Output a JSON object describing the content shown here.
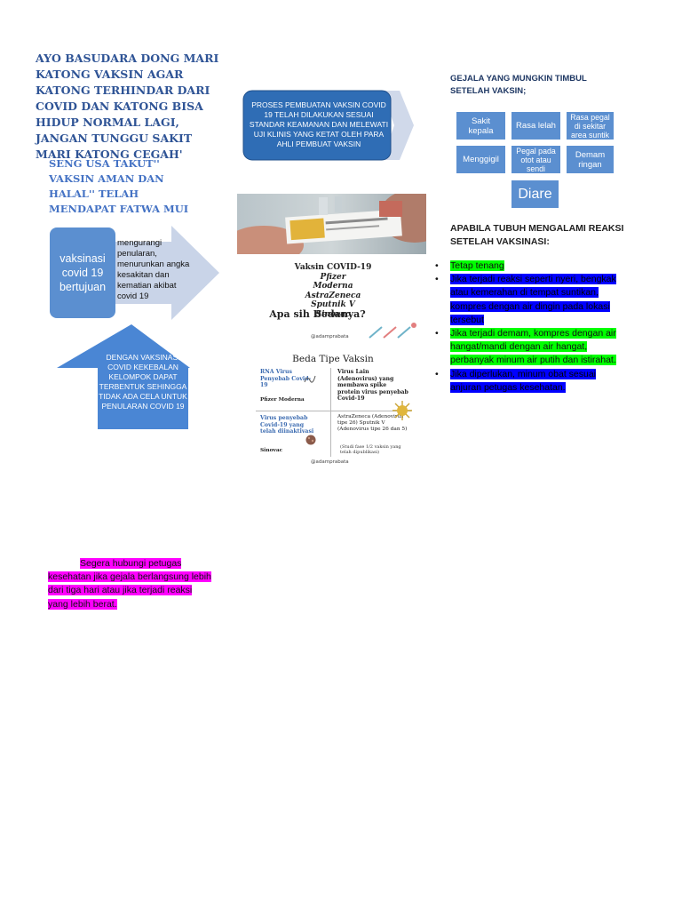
{
  "headline": "AYO BASUDARA DONG MARI KATONG VAKSIN AGAR KATONG TERHINDAR DARI COVID DAN KATONG BISA HIDUP NORMAL LAGI, JANGAN TUNGGU SAKIT MARI KATONG CEGAH'",
  "subheadline": "SENG USA TAKUT'' VAKSIN AMAN DAN HALAL'' TELAH MENDAPAT FATWA MUI",
  "purpose": {
    "label": "vaksinasi covid 19 bertujuan",
    "description": "mengurangi penularan, menurunkan angka kesakitan dan kematian akibat covid 19"
  },
  "herd_immunity": "DENGAN VAKSINASI COVID KEKEBALAN KELOMPOK DAPAT TERBENTUK SEHINGGA TIDAK ADA CELA UNTUK PENULARAN COVID 19",
  "process": "PROSES PEMBUATAN VAKSIN COVID 19 TELAH DILAKUKAN SESUAI STANDAR KEAMANAN DAN MELEWATI UJI KLINIS YANG KETAT OLEH PARA AHLI PEMBUAT VAKSIN",
  "vaccine_infographic": {
    "list_title": "Vaksin COVID-19",
    "vaccines": [
      "Pfizer",
      "Moderna",
      "AstraZeneca",
      "Sputnik V",
      "Sinovac"
    ],
    "question": "Apa sih Bedanya?",
    "handle": "@adamprabata",
    "types_title": "Beda Tipe Vaksin",
    "rna_head": "RNA Virus Penyebab Covid-19",
    "rna_sub": "Pfizer Moderna",
    "inactivated_head": "Virus penyebab Covid-19 yang telah diinaktivasi",
    "inactivated_sub": "Sinovac",
    "other_head": "Virus Lain (Adenovirus) yang membawa spike protein virus penyebab Covid-19",
    "other_sub": "AstraZeneca (Adenovirus tipe 26) Sputnik V (Adenovirus tipe 26 dan 5)",
    "other_note": "(Studi fase 1/2 vaksin yang telah dipublikasi)"
  },
  "symptoms": {
    "title": "GEJALA YANG MUNGKIN TIMBUL SETELAH VAKSIN;",
    "items": [
      "Sakit kepala",
      "Rasa lelah",
      "Rasa pegal di sekitar area suntik",
      "Menggigil",
      "Pegal pada otot atau sendi",
      "Demam ringan",
      "Diare"
    ]
  },
  "reaction": {
    "title": "APABILA TUBUH MENGALAMI REAKSI SETELAH VAKSINASI:",
    "items": [
      "Tetap tenang",
      "Jika terjadi reaksi seperti nyeri, bengkak atau kemerahan di tempat suntikan, kompres dengan air dingin pada lokasi tersebut",
      "Jika terjadi demam, kompres dengan air hangat/mandi dengan air hangat, perbanyak minum air putih dan istirahat.",
      "Jika diperlukan, minum obat sesuai anjuran petugas kesehatan."
    ]
  },
  "urgent_note": "Segera hubungi petugas kesehatan jika gejala berlangsung lebih dari tiga hari atau jika terjadi reaksi yang lebih berat.",
  "colors": {
    "headline": "#2f5496",
    "shape_fill": "#5b8fd0",
    "arrow_fill": "#c9d4e8",
    "process_fill": "#2f6db5",
    "highlight_green": "#00ff00",
    "highlight_blue": "#0000ff",
    "highlight_magenta": "#ff00ff"
  }
}
